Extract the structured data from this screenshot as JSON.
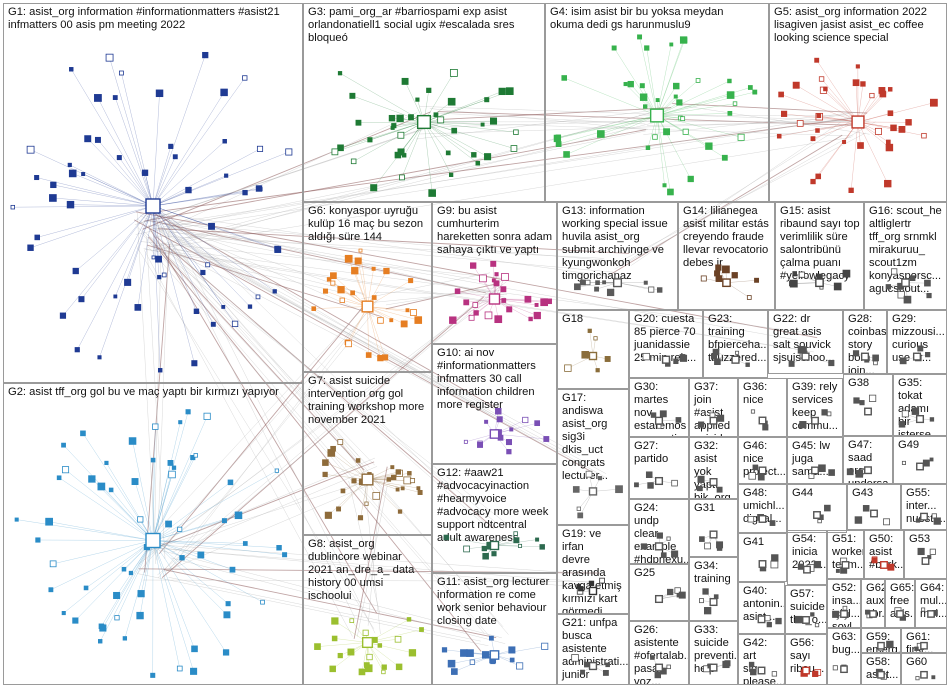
{
  "graph": {
    "groups": [
      {
        "id": "G1",
        "label": "G1: asist_org information #informationmatters #asist21\ninfmatters 00 asis pm meeting 2022",
        "color": "#1f3a93",
        "size": 60
      },
      {
        "id": "G2",
        "label": "G2: asist tff_org gol bu ve maç yaptı bir kırmızı yapıyor",
        "color": "#2a8cc7",
        "size": 60
      },
      {
        "id": "G3",
        "label": "G3: pami_org_ar #barriospami exp asist\norlandonatiell1 social ugix #escalada sres\nbloqueó",
        "color": "#1e7a34",
        "size": 40
      },
      {
        "id": "G4",
        "label": "G4: isim asist bir bu yoksa meydan\nokuma dedi gs harunmuslu9",
        "color": "#37b24d",
        "size": 40
      },
      {
        "id": "G5",
        "label": "G5: asist_org information 2022\nlisagiven jasist asist_ec coffee\nlooking science special",
        "color": "#c0392b",
        "size": 35
      },
      {
        "id": "G6",
        "label": "G6: konyaspor uyruğu\nkulüp 16 maç bu sezon\naldığı süre 144",
        "color": "#e67e22",
        "size": 28
      },
      {
        "id": "G7",
        "label": "G7: asist suicide\nintervention org gol\ntraining workshop more\nnovember 2021",
        "color": "#8e6b3a",
        "size": 28
      },
      {
        "id": "G8",
        "label": "G8: asist_org\ndublincore webinar\n2021 an_dre_a_ data\nhistory 00 umsi\nischoolui",
        "color": "#9bbf2f",
        "size": 22
      },
      {
        "id": "G9",
        "label": "G9: bu asist\ncumhurterim\nhareketten sonra adam\nsahaya çıktı ve yaptı",
        "color": "#b83280",
        "size": 24
      },
      {
        "id": "G10",
        "label": "G10: ai nov\n#informationmatters\ninfmatters 30 call\ninformation children\nmore register",
        "color": "#7a4fb5",
        "size": 14
      },
      {
        "id": "G11",
        "label": "G11: asist_org lecturer\ninformation re come\nwork senior behaviour\nclosing date",
        "color": "#3d6fb5",
        "size": 14
      },
      {
        "id": "G12",
        "label": "G12: #aaw21\n#advocacyinaction\n#hearmyvoice\n#advocacy more week\nsupport ndtcentral\nadult awareness",
        "color": "#2d6a4f",
        "size": 12
      },
      {
        "id": "G13",
        "label": "G13: information\nworking special issue\nhuvila asist_org\nsubmit archivinge ve\nkyungwonkoh\ntimgorichanaz",
        "color": "#5a5a5a",
        "size": 10
      },
      {
        "id": "G14",
        "label": "G14: lilianegea\nasist militar estás\ncreyendo fraude\nllevar revocatorio\ndebes ir",
        "color": "#6b4226",
        "size": 8
      },
      {
        "id": "G15",
        "label": "G15: asist\nribaund sayı top\nverimlilik süre\nsalontribünü\nçalma puanı\n#yellowlegacy",
        "color": "#444444",
        "size": 8
      },
      {
        "id": "G16",
        "label": "G16: scout_he\naltliglertr\ntff_org srnmkl\nmirakuruu_\nscout1zm\nkonyasporsc...\nagucscout...",
        "color": "#555555",
        "size": 8
      },
      {
        "id": "G17",
        "label": "G17:\nandiswa\nasist_org\nsig3i\ndkis_uct\ncongrats\nlecturer...",
        "color": "#666666",
        "size": 6
      },
      {
        "id": "G18",
        "label": "G18",
        "color": "#8a6d3b",
        "size": 6
      },
      {
        "id": "G19",
        "label": "G19: ve irfan\ndevre\narasında\nkavga etmiş\nkırmızı kart\ngörmedi...",
        "color": "#333333",
        "size": 6
      },
      {
        "id": "G20",
        "label": "G20: cuesta\n85 pierce 70\njuanidassie\n25 min reb...",
        "color": "#555555",
        "size": 5
      },
      {
        "id": "G21",
        "label": "G21: unfpa\nbusca\nasistente\nadministrati...\njunior",
        "color": "#555555",
        "size": 5
      },
      {
        "id": "G22",
        "label": "G22: dr\ngreat asis\nsalt souvick\nsjsuischoo...",
        "color": "#555555",
        "size": 5
      },
      {
        "id": "G23",
        "label": "G23:\ntraining\nbfpierceha...\ntbuzzered...",
        "color": "#555555",
        "size": 5
      },
      {
        "id": "G24",
        "label": "G24: undp\nclear\nexample\n#hdpnexu...",
        "color": "#555555",
        "size": 5
      },
      {
        "id": "G25",
        "label": "G25",
        "color": "#555555",
        "size": 4
      },
      {
        "id": "G26",
        "label": "G26:\nasistente\n#ofertalab...\npasa voz...",
        "color": "#555555",
        "size": 4
      },
      {
        "id": "G27",
        "label": "G27:\npartido",
        "color": "#555555",
        "size": 4
      },
      {
        "id": "G28",
        "label": "G28:\ncoinbase\nstory born\njoin...",
        "color": "#555555",
        "size": 4
      },
      {
        "id": "G29",
        "label": "G29:\nmizzousi...\ncurious\nuse vr...",
        "color": "#555555",
        "size": 4
      },
      {
        "id": "G30",
        "label": "G30:\nmartes nov\nestaremos\ncompartie...",
        "color": "#555555",
        "size": 4
      },
      {
        "id": "G31",
        "label": "G31",
        "color": "#555555",
        "size": 4
      },
      {
        "id": "G32",
        "label": "G32:\nasist yok\nyaptı\nbjk_org...",
        "color": "#555555",
        "size": 4
      },
      {
        "id": "G33",
        "label": "G33:\nsuicide\npreventi...\nhelp",
        "color": "#555555",
        "size": 4
      },
      {
        "id": "G34",
        "label": "G34:\ntraining",
        "color": "#555555",
        "size": 4
      },
      {
        "id": "G35",
        "label": "G35:\ntokat\nadamı bir\nisterse...",
        "color": "#555555",
        "size": 4
      },
      {
        "id": "G36",
        "label": "G36:\nnice",
        "color": "#555555",
        "size": 3
      },
      {
        "id": "G37",
        "label": "G37: join\n#asist\napplied\nsuicide...",
        "color": "#555555",
        "size": 3
      },
      {
        "id": "G38",
        "label": "G38",
        "color": "#555555",
        "size": 3
      },
      {
        "id": "G39",
        "label": "G39: rely\nservices\nkeep\ncommu...",
        "color": "#555555",
        "size": 3
      },
      {
        "id": "G40",
        "label": "G40:\nantonin...\nasist...",
        "color": "#555555",
        "size": 3
      },
      {
        "id": "G41",
        "label": "G41",
        "color": "#555555",
        "size": 3
      },
      {
        "id": "G42",
        "label": "G42: art\nsig\nplease...",
        "color": "#555555",
        "size": 3
      },
      {
        "id": "G43",
        "label": "G43",
        "color": "#555555",
        "size": 3
      },
      {
        "id": "G44",
        "label": "G44",
        "color": "#555555",
        "size": 3
      },
      {
        "id": "G45",
        "label": "G45: lw\njuga\nsama...",
        "color": "#555555",
        "size": 3
      },
      {
        "id": "G46",
        "label": "G46:\nnice\nproject...",
        "color": "#555555",
        "size": 3
      },
      {
        "id": "G47",
        "label": "G47:\nsaad\norg\nundersa...",
        "color": "#555555",
        "size": 3
      },
      {
        "id": "G48",
        "label": "G48:\numichl...\ndigital...",
        "color": "#555555",
        "size": 3
      },
      {
        "id": "G49",
        "label": "G49",
        "color": "#555555",
        "size": 3
      },
      {
        "id": "G50",
        "label": "G50:\nasist\n#berk...",
        "color": "#c0392b",
        "size": 3
      },
      {
        "id": "G51",
        "label": "G51:\nworker\nteam...",
        "color": "#555555",
        "size": 3
      },
      {
        "id": "G52",
        "label": "G52:\ninsa...\niçişl...\nsoyl...",
        "color": "#555555",
        "size": 3
      },
      {
        "id": "G53",
        "label": "G53",
        "color": "#555555",
        "size": 3
      },
      {
        "id": "G54",
        "label": "G54:\ninicia\n2022...",
        "color": "#555555",
        "size": 3
      },
      {
        "id": "G55",
        "label": "G55:\ninter...\nnuestr...",
        "color": "#555555",
        "size": 3
      },
      {
        "id": "G56",
        "label": "G56:\nsayı\nribau...",
        "color": "#c0392b",
        "size": 3
      },
      {
        "id": "G57",
        "label": "G57:\nsuicide\nthe_o...",
        "color": "#555555",
        "size": 3
      },
      {
        "id": "G58",
        "label": "G58:\nasist...",
        "color": "#555555",
        "size": 2
      },
      {
        "id": "G59",
        "label": "G59:\nemerg...",
        "color": "#555555",
        "size": 2
      },
      {
        "id": "G60",
        "label": "G60",
        "color": "#555555",
        "size": 2
      },
      {
        "id": "G61",
        "label": "G61:\nfirst...",
        "color": "#555555",
        "size": 2
      },
      {
        "id": "G62",
        "label": "G62:\naux\nabr...",
        "color": "#555555",
        "size": 2
      },
      {
        "id": "G63",
        "label": "G63:\nbug...",
        "color": "#555555",
        "size": 2
      },
      {
        "id": "G64",
        "label": "G64:\nmul...\nmul...",
        "color": "#555555",
        "size": 2
      },
      {
        "id": "G65",
        "label": "G65:\nfree\nasis...",
        "color": "#555555",
        "size": 2
      }
    ],
    "inter_group_edges": [
      [
        "G1",
        "G3"
      ],
      [
        "G1",
        "G4"
      ],
      [
        "G1",
        "G5"
      ],
      [
        "G1",
        "G6"
      ],
      [
        "G1",
        "G7"
      ],
      [
        "G1",
        "G8"
      ],
      [
        "G1",
        "G9"
      ],
      [
        "G1",
        "G10"
      ],
      [
        "G1",
        "G11"
      ],
      [
        "G1",
        "G12"
      ],
      [
        "G1",
        "G13"
      ],
      [
        "G2",
        "G6"
      ],
      [
        "G2",
        "G7"
      ],
      [
        "G2",
        "G9"
      ],
      [
        "G2",
        "G11"
      ],
      [
        "G3",
        "G4"
      ],
      [
        "G3",
        "G5"
      ],
      [
        "G4",
        "G5"
      ],
      [
        "G1",
        "G2"
      ],
      [
        "G6",
        "G9"
      ],
      [
        "G7",
        "G8"
      ],
      [
        "G1",
        "G17"
      ],
      [
        "G1",
        "G22"
      ],
      [
        "G5",
        "G13"
      ],
      [
        "G2",
        "G19"
      ]
    ]
  }
}
